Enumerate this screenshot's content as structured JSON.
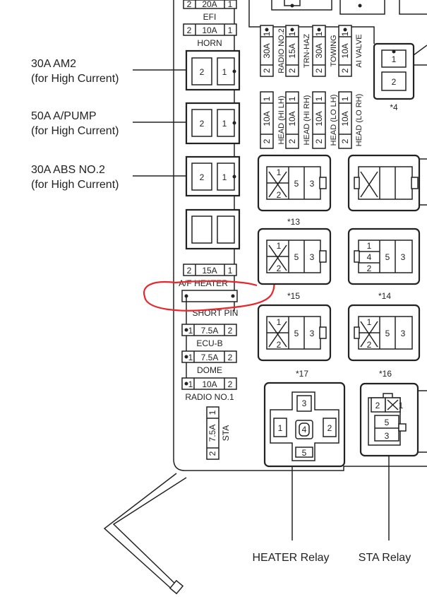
{
  "fuses_top": [
    {
      "amp": "20A",
      "name": "EFI"
    },
    {
      "amp": "10A",
      "name": "HORN"
    }
  ],
  "fuse_pins": {
    "two": "2",
    "one": "1"
  },
  "big_fuses": [
    {
      "title": "30A AM2",
      "sub": "(for High Current)"
    },
    {
      "title": "50A A/PUMP",
      "sub": "(for High Current)"
    },
    {
      "title": "30A ABS NO.2",
      "sub": "(for High Current)"
    }
  ],
  "af_heater": {
    "amp": "15A",
    "name": "A/F HEATER"
  },
  "short_pin": "SHORT PIN",
  "fuses_lower": [
    {
      "amp": "7.5A",
      "name": "ECU-B"
    },
    {
      "amp": "7.5A",
      "name": "DOME"
    },
    {
      "amp": "10A",
      "name": "RADIO NO.1"
    }
  ],
  "sta_fuse": {
    "amp": "7.5A",
    "name": "STA"
  },
  "vertical_fuses_top": [
    {
      "amp": "30A",
      "name": "RADIO NO.2"
    },
    {
      "amp": "15A",
      "name": "TRN-HAZ"
    },
    {
      "amp": "30A",
      "name": "TOWING"
    },
    {
      "amp": "10A",
      "name": "AI VALVE"
    }
  ],
  "vertical_fuses_bottom": [
    {
      "amp": "10A",
      "name": "HEAD (HI LH)"
    },
    {
      "amp": "10A",
      "name": "HEAD (HI RH)"
    },
    {
      "amp": "10A",
      "name": "HEAD (LO LH)"
    },
    {
      "amp": "10A",
      "name": "HEAD (LO RH)"
    }
  ],
  "relay_notes": {
    "r4": "*4",
    "r13": "*13",
    "r15": "*15",
    "r14": "*14",
    "r17": "*17",
    "r16": "*16"
  },
  "relay_pins": {
    "p1": "1",
    "p2": "2",
    "p3": "3",
    "p4": "4",
    "p5": "5"
  },
  "bottom_labels": {
    "heater": "HEATER Relay",
    "sta": "STA Relay"
  },
  "colors": {
    "line": "#222222",
    "highlight": "#e8262b",
    "background": "#ffffff"
  }
}
